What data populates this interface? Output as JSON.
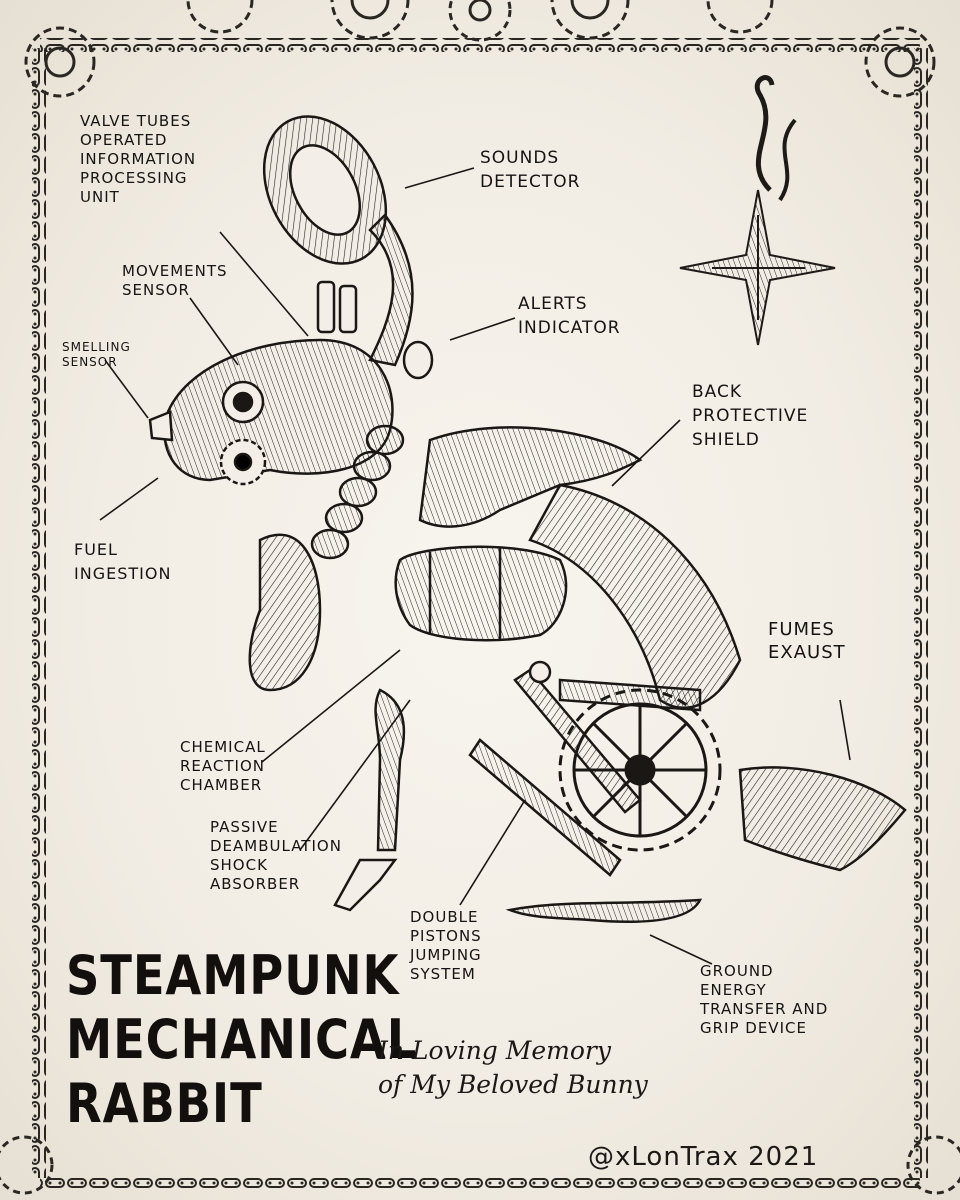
{
  "title": "STEAMPUNK\nMECHANICAL\nRABBIT",
  "dedication": "In Loving Memory\nof My Beloved Bunny",
  "signature": "@xLonTrax 2021",
  "labels": {
    "valve_tubes": "Valve Tubes\nOperated\nInformation\nProcessing\nUnit",
    "sounds_detector": "Sounds\nDetector",
    "movements_sensor": "Movements\nSensor",
    "alerts_indicator": "Alerts\nIndicator",
    "smelling_sensor": "Smelling\nSensor",
    "back_shield": "Back\nProtective\nShield",
    "fuel_ingestion": "Fuel\nIngestion",
    "fumes_exaust": "Fumes\nExaust",
    "chemical_chamber": "Chemical\nReaction\nChamber",
    "shock_absorber": "Passive\nDeambulation\nShock\nAbsorber",
    "double_pistons": "Double\nPistons\nJumping\nSystem",
    "ground_energy": "Ground\nEnergy\nTransfer and\nGrip Device"
  },
  "colors": {
    "paper": "#f3efe8",
    "ink": "#161412"
  }
}
